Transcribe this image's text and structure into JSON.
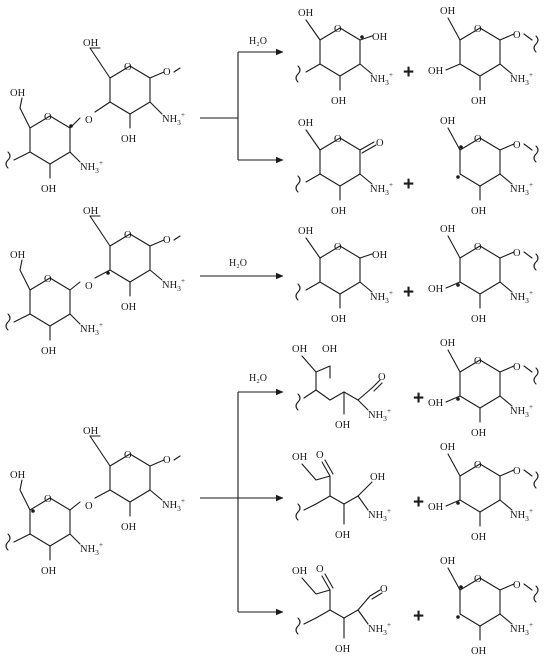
{
  "labels": {
    "oh": "OH",
    "o": "O",
    "nh": "NH",
    "sub": "3",
    "sup": "+",
    "water": "H₂O",
    "plus": "+"
  },
  "colors": {
    "ink": "#1a1a1a",
    "background": "#ffffff"
  }
}
